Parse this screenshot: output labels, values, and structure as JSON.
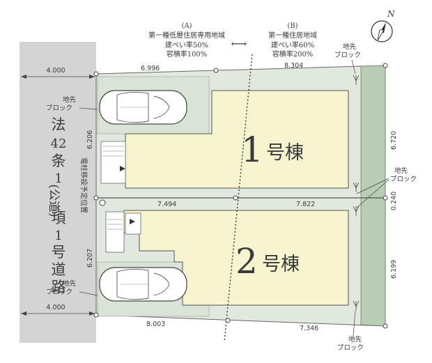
{
  "zones": {
    "a_id": "(A)",
    "a_name": "第一種低層住居専用地域",
    "a_bcr": "建ぺい率50%",
    "a_far": "容積率100%",
    "b_id": "(B)",
    "b_name": "第一種住居地域",
    "b_bcr": "建ぺい率60%",
    "b_far": "容積率200%",
    "arrow": "⟷"
  },
  "north": {
    "label": "N"
  },
  "road": {
    "name_lines": [
      "法",
      "42",
      "条",
      "1",
      "項",
      "1",
      "号",
      "道",
      "路"
    ],
    "public": "(公道)",
    "width_top": "4.000",
    "width_bottom": "4.000"
  },
  "pole_note": "電柱移設予定位置",
  "buildings": {
    "b1": {
      "num": "1",
      "suffix": "号棟"
    },
    "b2": {
      "num": "2",
      "suffix": "号棟"
    }
  },
  "dimensions": {
    "d6996": "6.996",
    "d8304": "8.304",
    "d6206": "6.206",
    "d6720": "6.720",
    "d7494": "7.494",
    "d7822": "7.822",
    "d0240": "0.240",
    "d6207": "6.207",
    "d6199": "6.199",
    "d8003": "8.003",
    "d7346": "7.346"
  },
  "notes": {
    "block_top_right": [
      "地先",
      "ブロック"
    ],
    "block_left_top": [
      "地先",
      "ブロック"
    ],
    "block_mid_right": [
      "地先",
      "ブロック"
    ],
    "block_left_bottom": [
      "地先",
      "ブロック"
    ],
    "block_bottom": [
      "地先",
      "ブロック"
    ]
  },
  "colors": {
    "road": "#d3d3d3",
    "lot": "#dfe8dc",
    "building": "#f6f4d0",
    "green": "#b8ccb3",
    "line": "#555555"
  }
}
